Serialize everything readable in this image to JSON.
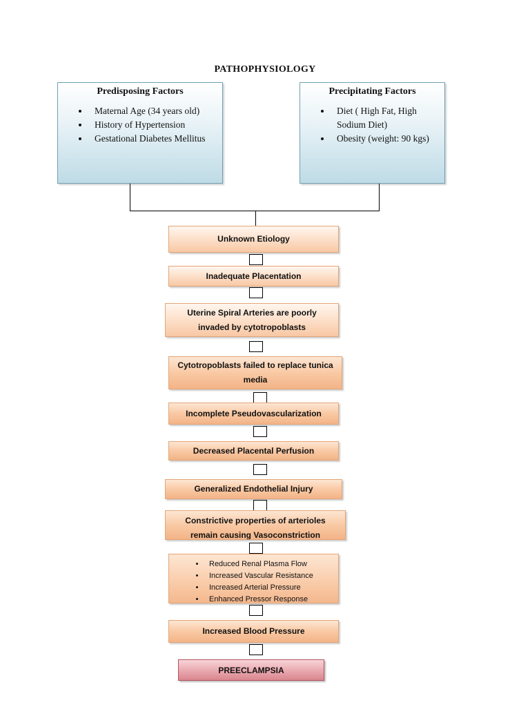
{
  "title": "PATHOPHYSIOLOGY",
  "predisposing": {
    "heading": "Predisposing Factors",
    "items": [
      "Maternal Age (34 years old)",
      "History of Hypertension",
      "Gestational Diabetes Mellitus"
    ]
  },
  "precipitating": {
    "heading": "Precipitating Factors",
    "items": [
      "Diet ( High Fat, High Sodium Diet)",
      "Obesity (weight: 90 kgs)"
    ]
  },
  "flow": [
    "Unknown Etiology",
    "Inadequate Placentation",
    "Uterine Spiral Arteries are poorly invaded by cytotropoblasts",
    "Cytotropoblasts failed to replace tunica media",
    "Incomplete Pseudovascularization",
    "Decreased Placental Perfusion",
    "Generalized Endothelial Injury",
    "Constrictive properties of arterioles remain causing Vasoconstriction"
  ],
  "effects": [
    "Reduced Renal Plasma Flow",
    "Increased Vascular Resistance",
    "Increased Arterial Pressure",
    "Enhanced Pressor Response"
  ],
  "blood_pressure": "Increased Blood Pressure",
  "outcome": "PREECLAMPSIA",
  "colors": {
    "factor_box": "#bedbe6",
    "flow_box": "#f8c8a4",
    "outcome_box": "#d9868f"
  }
}
